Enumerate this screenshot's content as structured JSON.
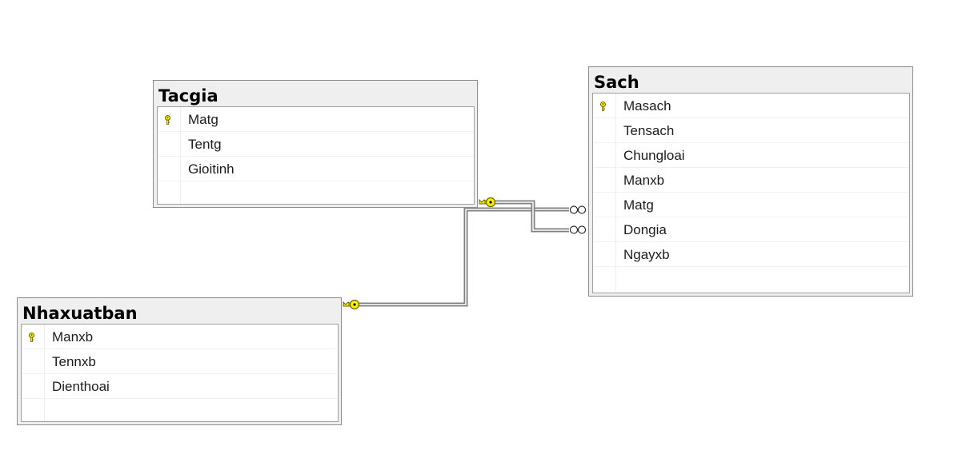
{
  "diagram": {
    "tables": [
      {
        "name": "Tacgia",
        "columns": [
          {
            "name": "Matg",
            "primary_key": true
          },
          {
            "name": "Tentg",
            "primary_key": false
          },
          {
            "name": "Gioitinh",
            "primary_key": false
          }
        ]
      },
      {
        "name": "Sach",
        "columns": [
          {
            "name": "Masach",
            "primary_key": true
          },
          {
            "name": "Tensach",
            "primary_key": false
          },
          {
            "name": "Chungloai",
            "primary_key": false
          },
          {
            "name": "Manxb",
            "primary_key": false
          },
          {
            "name": "Matg",
            "primary_key": false
          },
          {
            "name": "Dongia",
            "primary_key": false
          },
          {
            "name": "Ngayxb",
            "primary_key": false
          }
        ]
      },
      {
        "name": "Nhaxuatban",
        "columns": [
          {
            "name": "Manxb",
            "primary_key": true
          },
          {
            "name": "Tennxb",
            "primary_key": false
          },
          {
            "name": "Dienthoai",
            "primary_key": false
          }
        ]
      }
    ],
    "relationships": [
      {
        "from_table": "Tacgia",
        "to_table": "Sach",
        "one_end": "key",
        "many_end": "infinity"
      },
      {
        "from_table": "Nhaxuatban",
        "to_table": "Sach",
        "one_end": "key",
        "many_end": "infinity"
      }
    ],
    "colors": {
      "key_fill": "#ffee00",
      "key_stroke": "#6b6300",
      "line": "#808080",
      "title_bar": "#efefef"
    },
    "icons": {
      "primary_key": "key-icon",
      "one_end": "key-connector-icon",
      "many_end": "infinity-connector-icon"
    }
  }
}
